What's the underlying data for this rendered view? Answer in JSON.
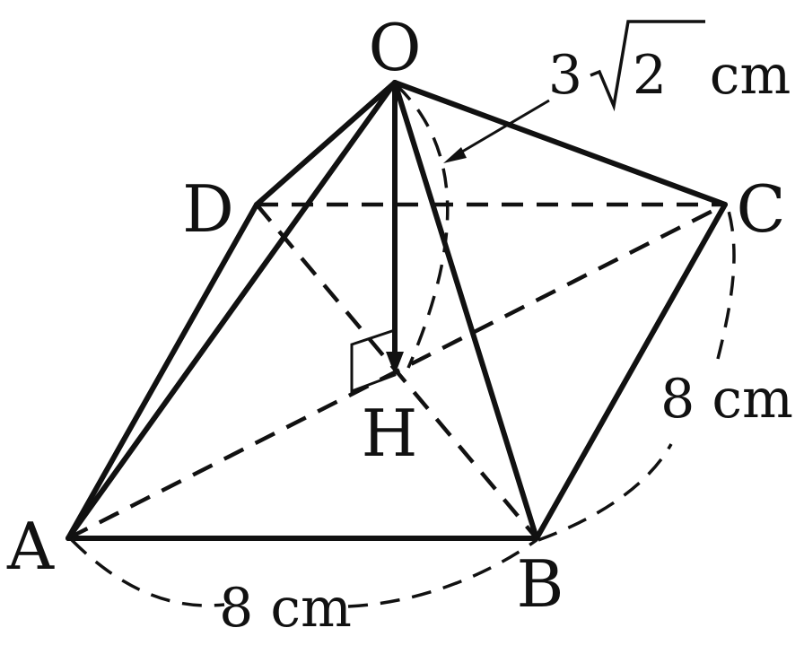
{
  "vertices": {
    "O": "O",
    "A": "A",
    "B": "B",
    "C": "C",
    "D": "D",
    "H": "H"
  },
  "measurements": {
    "ab_length": "8 cm",
    "bc_length": "8 cm",
    "oc_coefficient": "3",
    "oc_radicand": "2",
    "oc_unit": "cm"
  }
}
